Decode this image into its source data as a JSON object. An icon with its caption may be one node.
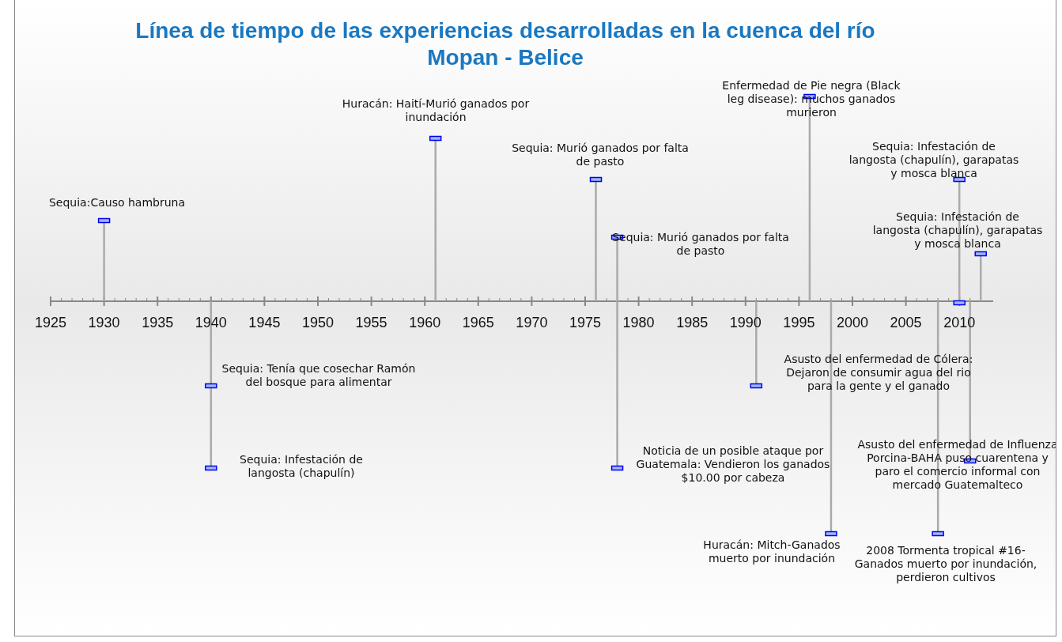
{
  "diagram": {
    "title": "Línea de tiempo de las experiencias desarrolladas en la cuenca del río Mopan - Belice",
    "labels": [
      "Enfermedad de Pie negra (Black leg disease): muchos ganados murieron",
      "Huracán: Haití-Murió ganados por inundación",
      "Sequia: Murió ganados por falta de pasto",
      "Sequia: Infestación de langosta (chapulín), garapatas y mosca blanca",
      "Sequia:Causo hambruna",
      "Sequia: Murió ganados por falta de pasto",
      "Sequia: Infestación de langosta (chapulín), garapatas y mosca blanca",
      "1925",
      "1930",
      "1935",
      "1940",
      "1945",
      "1950",
      "1955",
      "1960",
      "1965",
      "1970",
      "1975",
      "1980",
      "1985",
      "1990",
      "1995",
      "2000",
      "2005",
      "2010",
      "Sequia: Tenía que cosechar Ramón del bosque para alimentar",
      "Asusto del enfermedad de Cólera: Dejaron de consumir agua del rio para la gente y el ganado",
      "Asusto del enfermedad de Influenza Porcina-BAHA puso cuarentena y paro el comercio informal con mercado Guatemalteco",
      "Sequia: Infestación de langosta (chapulín)",
      "Noticia de un posible ataque por Guatemala: Vendieron los ganados $10.00 por cabeza",
      "Huracán: Mitch-Ganados muerto por inundación",
      "2008 Tormenta tropical #16- Ganados muerto por inundación, perdieron cultivos"
    ]
  }
}
